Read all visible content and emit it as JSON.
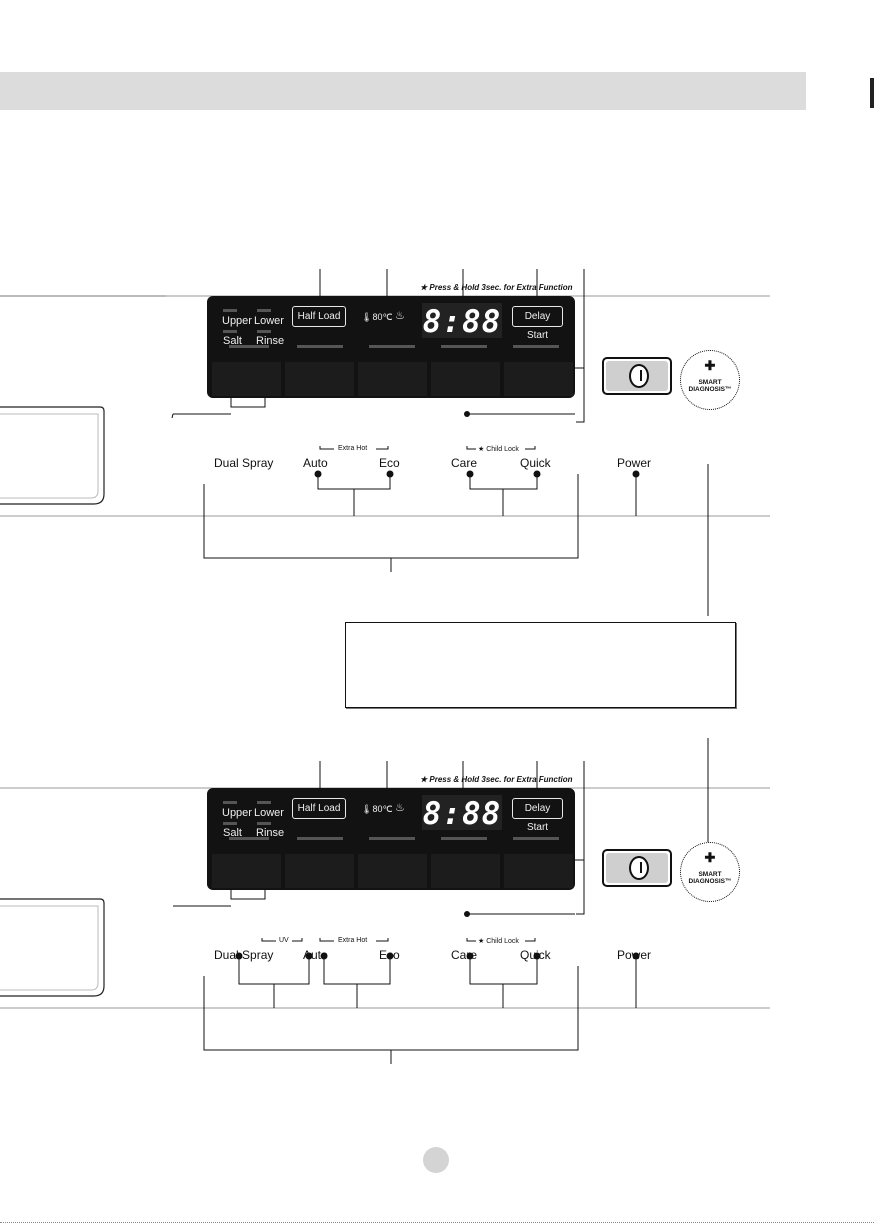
{
  "note": "★ Press & Hold 3sec. for Extra Function",
  "panels": [
    {
      "indicators": {
        "upper": "Upper",
        "lower": "Lower",
        "salt": "Salt",
        "rinse": "Rinse"
      },
      "half_load": "Half Load",
      "temperature": "80℃",
      "display": "8:88",
      "delay_start": "Delay Start",
      "bracket_extra_hot": "Extra Hot",
      "bracket_child_lock": "★ Child Lock",
      "buttons": [
        "Dual Spray",
        "Auto",
        "Eco",
        "Care",
        "Quick",
        "Power"
      ]
    },
    {
      "indicators": {
        "upper": "Upper",
        "lower": "Lower",
        "salt": "Salt",
        "rinse": "Rinse"
      },
      "half_load": "Half Load",
      "temperature": "80℃",
      "display": "8:88",
      "delay_start": "Delay Start",
      "bracket_uv": "UV",
      "bracket_extra_hot": "Extra Hot",
      "bracket_child_lock": "★ Child Lock",
      "buttons": [
        "Dual Spray",
        "Auto",
        "Eco",
        "Care",
        "Quick",
        "Power"
      ]
    }
  ],
  "smart_diagnosis": {
    "line1": "SMART",
    "line2": "DIAGNOSIS™"
  }
}
